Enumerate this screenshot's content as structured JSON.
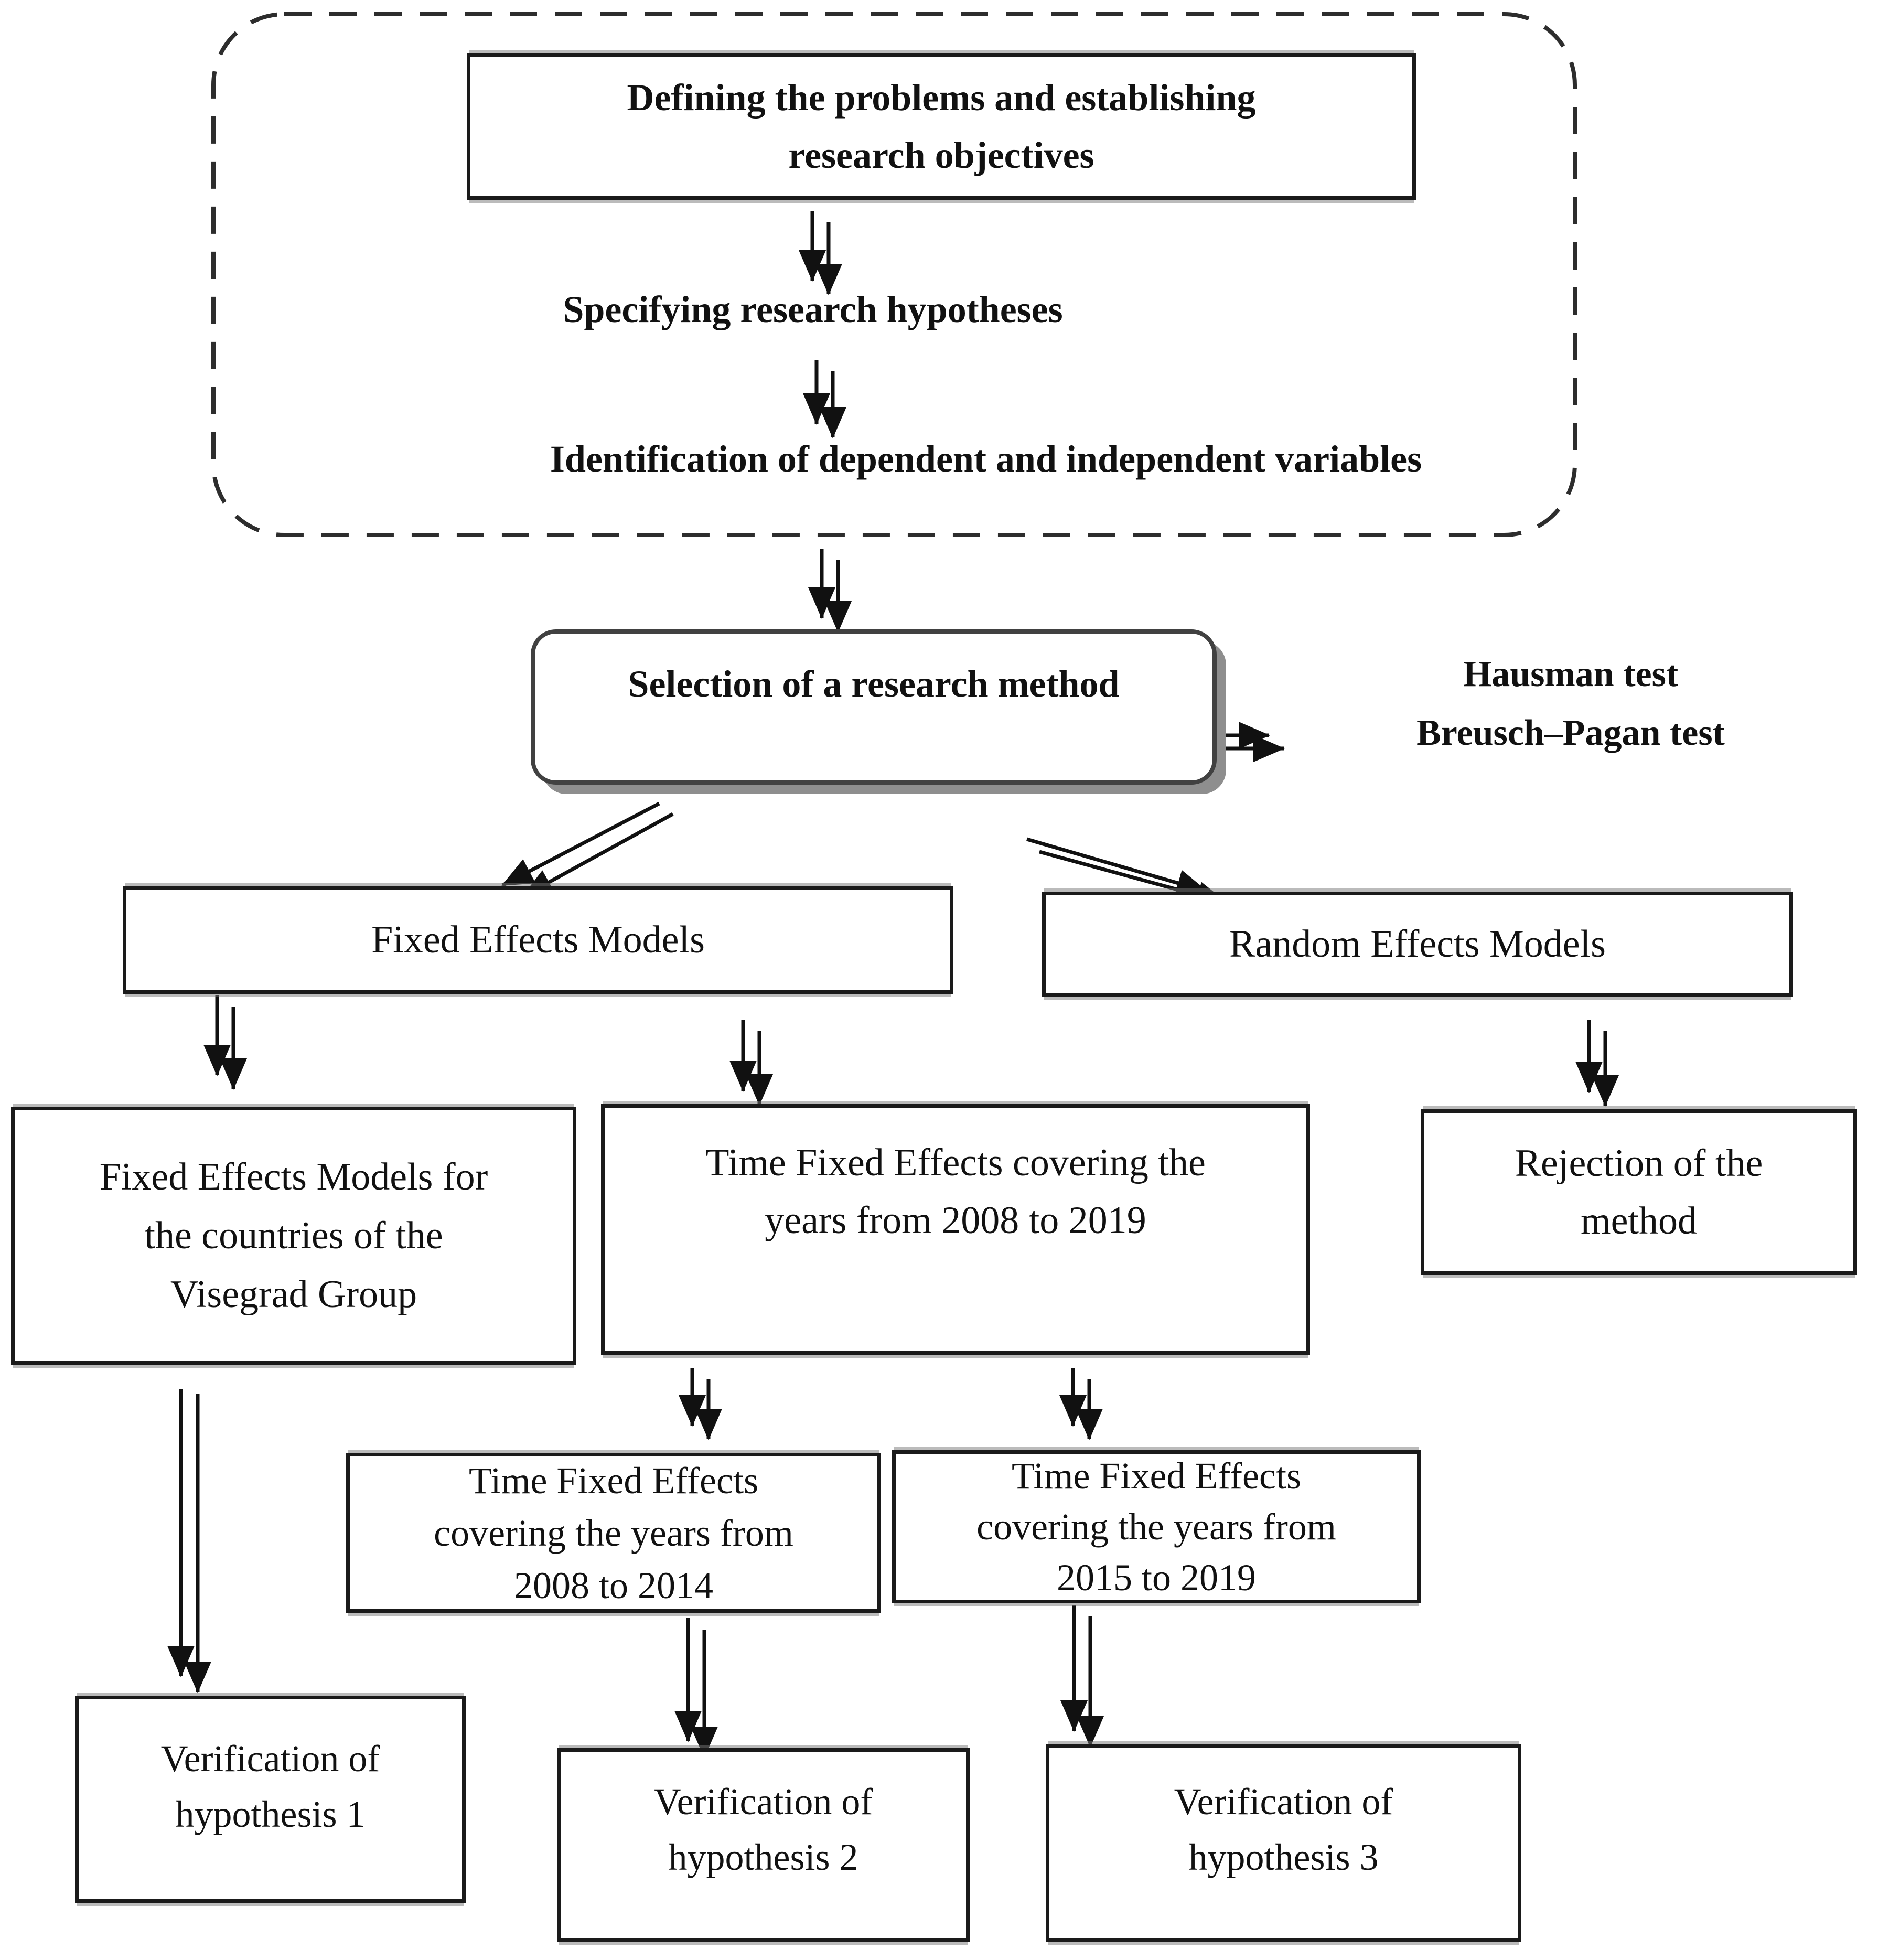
{
  "diagram": {
    "nodes": {
      "defining": [
        "Defining the problems and establishing",
        "research objectives"
      ],
      "specifying": "Specifying research hypotheses",
      "identification": "Identification of dependent and independent variables",
      "selection": "Selection of a research method",
      "tests": [
        "Hausman test",
        "Breusch–Pagan test"
      ],
      "fixed_effects": "Fixed Effects Models",
      "random_effects": "Random Effects Models",
      "visegrad": [
        "Fixed Effects Models for",
        "the countries of the",
        "Visegrad Group"
      ],
      "tfe_2008_2019": [
        "Time Fixed Effects covering the",
        "years from 2008 to 2019"
      ],
      "rejection": [
        "Rejection of the",
        "method"
      ],
      "tfe_2008_2014": [
        "Time Fixed Effects",
        "covering the years from",
        "2008 to 2014"
      ],
      "tfe_2015_2019": [
        "Time Fixed Effects",
        "covering the years from",
        "2015 to 2019"
      ],
      "verif1": [
        "Verification of",
        "hypothesis 1"
      ],
      "verif2": [
        "Verification of",
        "hypothesis 2"
      ],
      "verif3": [
        "Verification of",
        "hypothesis 3"
      ]
    },
    "colors": {
      "ink": "#111111",
      "border": "#1a1a1a",
      "shadow": "#8e8e8e",
      "background": "#ffffff"
    }
  }
}
